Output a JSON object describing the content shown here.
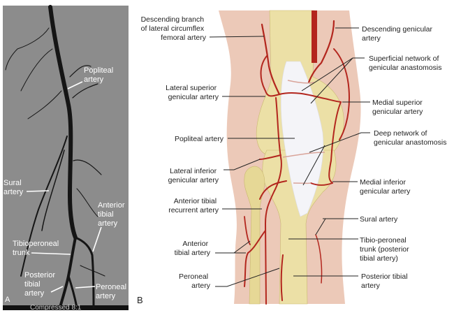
{
  "panel_a": {
    "letter": "A",
    "footer": "Compressed 8:1",
    "labels": {
      "popliteal": [
        "Popliteal",
        "artery"
      ],
      "sural": [
        "Sural",
        "artery"
      ],
      "anterior_tibial": [
        "Anterior",
        "tibial",
        "artery"
      ],
      "tibioperoneal": [
        "Tibioperoneal",
        "trunk"
      ],
      "posterior_tibial": [
        "Posterior",
        "tibial",
        "artery"
      ],
      "peroneal": [
        "Peroneal",
        "artery"
      ]
    }
  },
  "panel_b": {
    "letter": "B",
    "labels": {
      "desc_branch": [
        "Descending branch",
        "of lateral circumflex",
        "femoral artery"
      ],
      "desc_genicular": [
        "Descending genicular",
        "artery"
      ],
      "superficial_network": [
        "Superficial network of",
        "genicular anastomosis"
      ],
      "lat_sup_genicular": [
        "Lateral superior",
        "genicular artery"
      ],
      "med_sup_genicular": [
        "Medial superior",
        "genicular artery"
      ],
      "popliteal": [
        "Popliteal artery"
      ],
      "deep_network": [
        "Deep network of",
        "genicular anastomosis"
      ],
      "lat_inf_genicular": [
        "Lateral inferior",
        "genicular artery"
      ],
      "med_inf_genicular": [
        "Medial inferior",
        "genicular artery"
      ],
      "ant_tib_recurrent": [
        "Anterior tibial",
        "recurrent artery"
      ],
      "sural": [
        "Sural artery"
      ],
      "tibio_peroneal": [
        "Tibio-peroneal",
        "trunk (posterior",
        "tibial artery)"
      ],
      "anterior_tibial": [
        "Anterior",
        "tibial artery"
      ],
      "posterior_tibial": [
        "Posterior tibial",
        "artery"
      ],
      "peroneal": [
        "Peroneal",
        "artery"
      ]
    }
  },
  "colors": {
    "artery": "#b3261e",
    "skin": "#ecc9b8",
    "bone": "#ece0a6",
    "angiogram_bg": "#8c8c8c"
  }
}
